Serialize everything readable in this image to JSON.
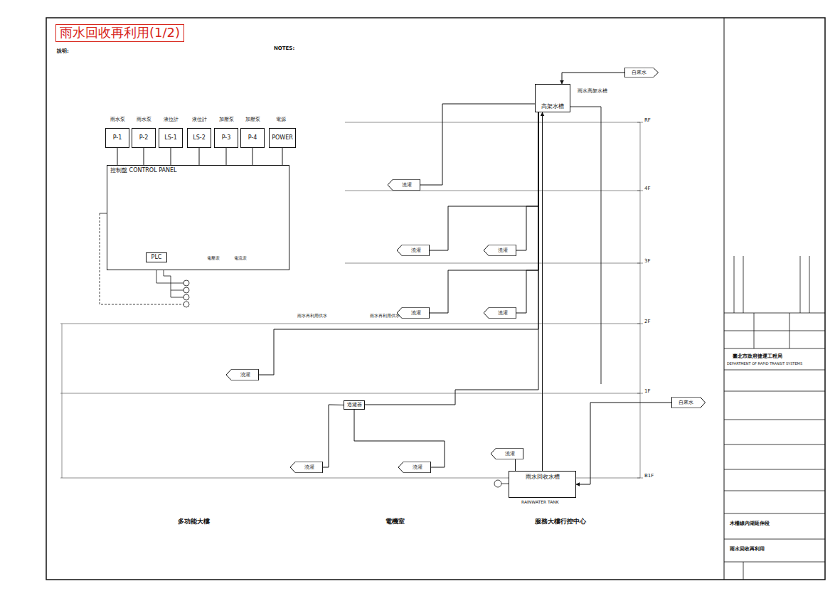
{
  "diagram": {
    "title": "雨水回收再利用(1/2)",
    "nodes": [
      {
        "text": [
          "控制盤 CONTROL PANEL"
        ]
      },
      {
        "text": [
          "P-1"
        ]
      },
      {
        "text": [
          "P-2"
        ]
      },
      {
        "text": [
          "LS-1"
        ]
      },
      {
        "text": [
          "LS-2"
        ]
      },
      {
        "text": [
          "P-3"
        ]
      },
      {
        "text": [
          "P-4"
        ]
      },
      {
        "text": [
          "POWER"
        ]
      },
      {
        "text": [
          "PLC"
        ],
        "in": 0
      },
      {
        "text": [
          "高架水槽"
        ]
      },
      {
        "text": [
          "雨水回收水槽"
        ]
      },
      {
        "text": [
          "過濾器"
        ]
      },
      {
        "text": [
          "澆灌"
        ]
      },
      {
        "text": [
          "澆灌"
        ]
      },
      {
        "text": [
          "澆灌"
        ]
      },
      {
        "text": [
          "澆灌"
        ]
      },
      {
        "text": [
          "澆灌"
        ]
      },
      {
        "text": [
          "澆灌"
        ]
      },
      {
        "text": [
          "澆灌"
        ]
      },
      {
        "text": [
          "澆灌"
        ]
      },
      {
        "text": [
          "澆灌"
        ]
      },
      {
        "text": [
          "自來水"
        ]
      },
      {
        "text": [
          "自來水"
        ]
      }
    ],
    "edges": [
      {
        "from": 1,
        "to": 0,
        "arrow": "none"
      },
      {
        "from": 2,
        "to": 0,
        "arrow": "none"
      },
      {
        "from": 3,
        "to": 0,
        "arrow": "none"
      },
      {
        "from": 4,
        "to": 0,
        "arrow": "none"
      },
      {
        "from": 5,
        "to": 0,
        "arrow": "none"
      },
      {
        "from": 6,
        "to": 0,
        "arrow": "none"
      },
      {
        "from": 7,
        "to": 0,
        "arrow": "none"
      },
      {
        "from": 10,
        "to": 9,
        "arrow": "to"
      },
      {
        "from": 9,
        "to": 12,
        "arrow": "none"
      },
      {
        "from": 9,
        "to": 13,
        "arrow": "none"
      },
      {
        "from": 9,
        "to": 14,
        "arrow": "none"
      },
      {
        "from": 9,
        "to": 15,
        "arrow": "none"
      },
      {
        "from": 9,
        "to": 16,
        "arrow": "none"
      },
      {
        "from": 9,
        "to": 17,
        "arrow": "none"
      },
      {
        "from": 9,
        "to": 11,
        "arrow": "none"
      },
      {
        "from": 11,
        "to": 18,
        "arrow": "none"
      },
      {
        "from": 11,
        "to": 19,
        "arrow": "none"
      },
      {
        "from": 10,
        "to": 20,
        "arrow": "none"
      },
      {
        "from": 21,
        "to": 9,
        "arrow": "to"
      },
      {
        "from": 22,
        "to": 10,
        "arrow": "to"
      }
    ],
    "labels": [
      "說明:",
      "NOTES:",
      "雨水泵",
      "雨水泵",
      "液位計",
      "液位計",
      "加壓泵",
      "加壓泵",
      "電源",
      "電壓表",
      "電流表",
      "雨水高架水槽",
      "RAINWATER TANK",
      "雨水再利用供水",
      "雨水再利用供水",
      "RF",
      "4F",
      "3F",
      "2F",
      "1F",
      "B1F",
      "多功能大樓",
      "電機室",
      "服務大樓行控中心",
      "臺北市政府捷運工程局",
      "DEPARTMENT OF RAPID TRANSIT SYSTEMS",
      "木柵線內湖延伸段",
      "雨水回收再利用"
    ]
  }
}
